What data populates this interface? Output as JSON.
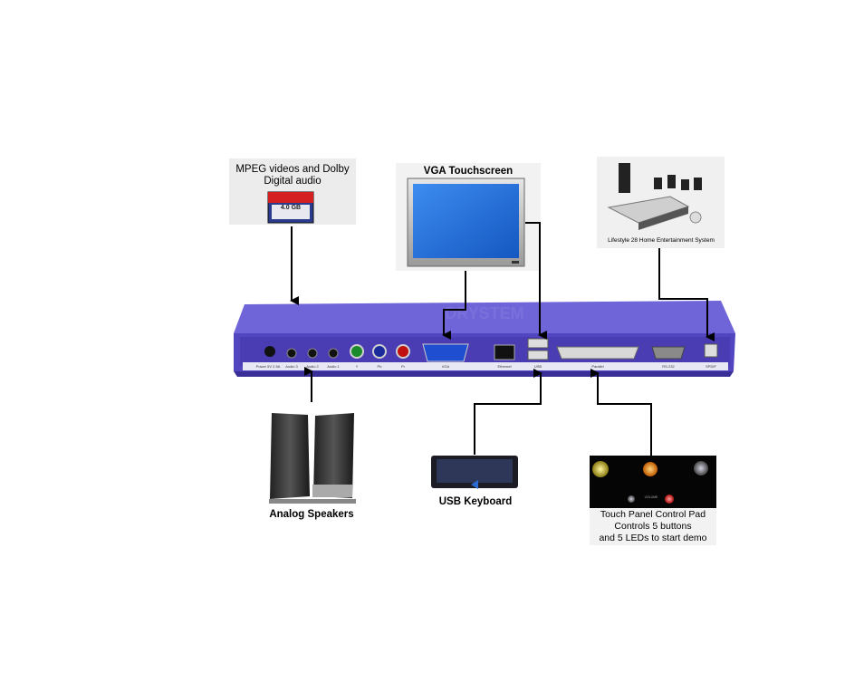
{
  "cf_card": {
    "caption_line1": "MPEG videos and Dolby",
    "caption_line2": "Digital audio",
    "card_label": "4.0 GB"
  },
  "vga": {
    "caption": "VGA Touchscreen"
  },
  "home_theater": {
    "caption": "Lifestyle 28 Home Entertainment System"
  },
  "device": {
    "port_labels": [
      "Power 5V 2.5A",
      "Audio 3",
      "Audio 2",
      "Audio 1",
      "Y",
      "Pb",
      "Pr",
      "VGA",
      "Ethernet",
      "USB",
      "Parallel",
      "RS-232",
      "SPDIF"
    ]
  },
  "speakers": {
    "caption": "Analog  Speakers"
  },
  "keyboard": {
    "caption": "USB Keyboard"
  },
  "touch_panel": {
    "caption_line1": "Touch Panel Control Pad",
    "caption_line2": "Controls 5 buttons",
    "caption_line3": "and 5 LEDs to start demo",
    "volume_label": "VOLUME"
  },
  "colors": {
    "device_body": "#5a4fc4",
    "device_top": "#6d63d6",
    "screen_blue": "#1f6fd6",
    "arrow": "#000000"
  }
}
